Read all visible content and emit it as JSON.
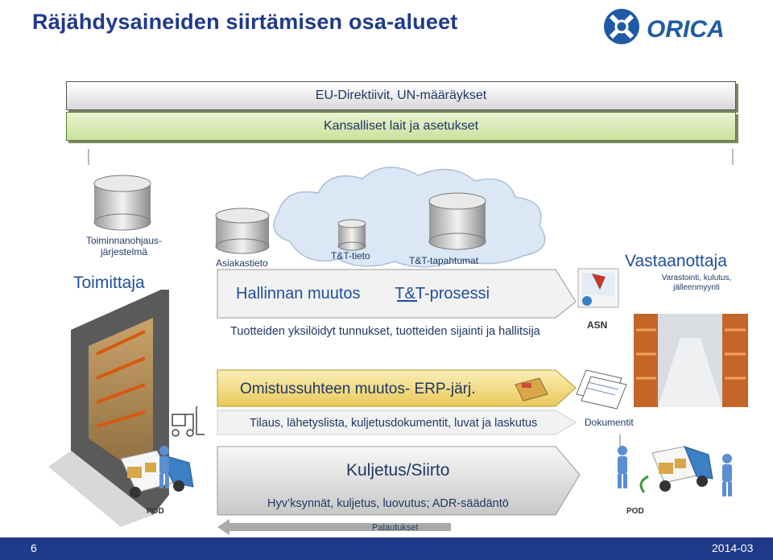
{
  "header": {
    "title": "Räjähdysaineiden siirtämisen osa-alueet",
    "logo_text": "ORICA"
  },
  "bars": {
    "eu": "EU-Direktiivit, UN-määräykset",
    "national": "Kansalliset lait ja asetukset"
  },
  "supplier": {
    "system_label": "Toiminnanohjaus-\njärjestelmä",
    "name": "Toimittaja"
  },
  "databases": {
    "customer": "Asiakastieto",
    "tt_info": "T&T-tieto",
    "tt_events": "T&T-tapahtumat"
  },
  "process": {
    "admin_change": "Hallinnan muutos",
    "tt_process": "T&T-prosessi"
  },
  "identifiers": "Tuotteiden yksilöidyt tunnukset, tuotteiden sijainti ja hallitsija",
  "receiver": {
    "name": "Vastaanottaja",
    "sub": "Varastointi, kulutus, jälleenmyynti",
    "asn": "ASN"
  },
  "ownership": "Omistussuhteen muutos- ERP-järj.",
  "documents": {
    "list": "Tilaus, lähetyslista, kuljetusdokumentit, luvat ja laskutus",
    "label": "Dokumentit"
  },
  "transport": {
    "title": "Kuljetus/Siirto",
    "sub": "Hyv’ksynnät, kuljetus, luovutus; ADR-säädäntö",
    "returns": "Palautukset"
  },
  "pod": {
    "left": "POD",
    "right": "POD"
  },
  "footer": {
    "page": "6",
    "date": "2014-03"
  },
  "colors": {
    "primary": "#1f3a8a",
    "green_bar": "#c9e29c",
    "yellow_arrow": "#f5e08a",
    "cloud": "#dbe7f5"
  },
  "icons": [
    "database-icon",
    "cloud-icon",
    "warehouse-icon",
    "truck-icon",
    "person-icon",
    "forklift-icon",
    "document-icon",
    "computer-icon"
  ]
}
